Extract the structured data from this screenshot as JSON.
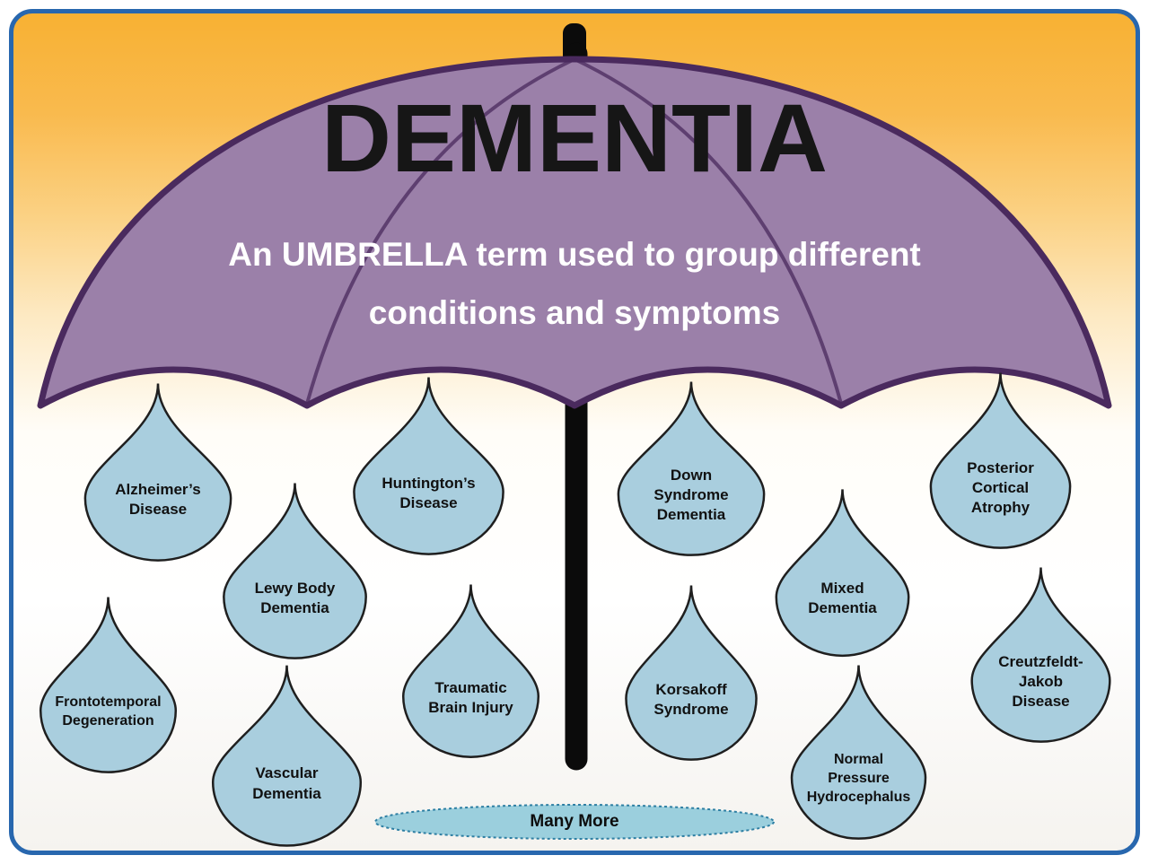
{
  "title": "DEMENTIA",
  "subtitle": "An UMBRELLA term used to group different\nconditions and symptoms",
  "many_more_label": "Many More",
  "drops": [
    {
      "label": "Alzheimer’s\nDisease"
    },
    {
      "label": "Lewy Body\nDementia"
    },
    {
      "label": "Huntington’s\nDisease"
    },
    {
      "label": "Down\nSyndrome\nDementia"
    },
    {
      "label": "Mixed\nDementia"
    },
    {
      "label": "Posterior\nCortical\nAtrophy"
    },
    {
      "label": "Frontotemporal\nDegeneration"
    },
    {
      "label": "Vascular\nDementia"
    },
    {
      "label": "Traumatic\nBrain Injury"
    },
    {
      "label": "Korsakoff\nSyndrome"
    },
    {
      "label": "Normal\nPressure\nHydrocephalus"
    },
    {
      "label": "Creutzfeldt-\nJakob\nDisease"
    }
  ],
  "colors": {
    "frame_border": "#2867AE",
    "umbrella_fill": "#9B80A9",
    "umbrella_stroke": "#4A2A5E",
    "drop_fill": "#A9CEDE",
    "drop_stroke": "#1F1F1F",
    "ellipse_fill": "#9BCFDD",
    "ellipse_stroke": "#2E7FA3",
    "background_top": "#F8B133"
  }
}
